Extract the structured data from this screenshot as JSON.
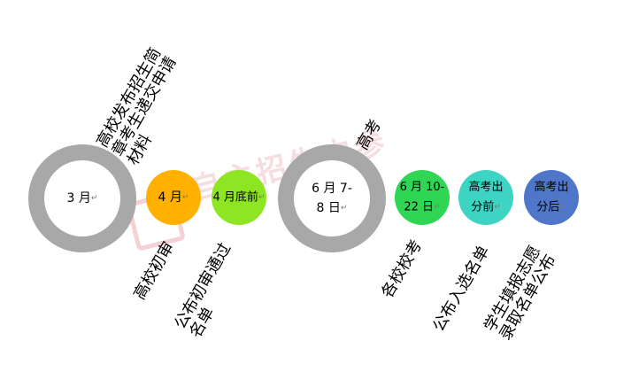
{
  "watermark": "自主招生内参",
  "return_mark": "↵",
  "nodes": [
    {
      "id": "n1",
      "label": "3 月",
      "color": "#a8a8a8",
      "style": "ring"
    },
    {
      "id": "n2",
      "label": "4 月",
      "color": "#ffb000",
      "style": "dot"
    },
    {
      "id": "n3",
      "label": "4 月底前",
      "color": "#8ee521",
      "style": "dot"
    },
    {
      "id": "n4",
      "label": "6 月 7-\n8 日",
      "color": "#a8a8a8",
      "style": "ring"
    },
    {
      "id": "n5",
      "label": "6 月 10-\n22 日",
      "color": "#2fd653",
      "style": "dot"
    },
    {
      "id": "n6",
      "label": "高考出\n分前",
      "color": "#3dd4c3",
      "style": "dot"
    },
    {
      "id": "n7",
      "label": "高考出\n分后",
      "color": "#4f76c9",
      "style": "dot"
    }
  ],
  "labels": {
    "above_1": "高校发布招生简\n章考生递交申请\n材料",
    "above_2": "高考",
    "below_1": "高校初审",
    "below_2": "公布初审通过\n名单",
    "below_3": "各校校考",
    "below_4": "公布入选名单",
    "below_5": "学生填报志愿\n录取名单公布"
  }
}
